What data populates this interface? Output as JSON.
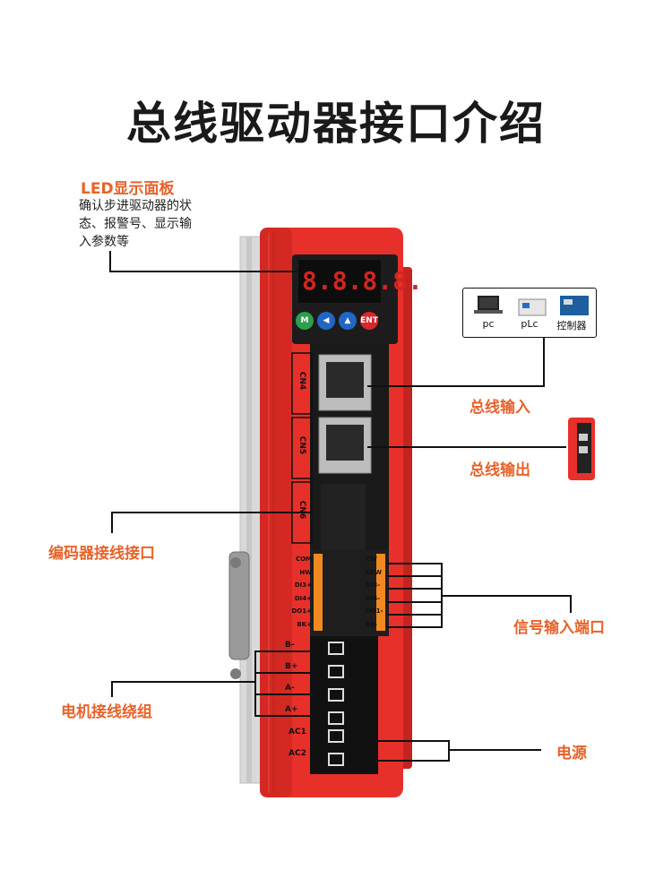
{
  "title": "总线驱动器接口介绍",
  "led": {
    "label": "LED显示面板",
    "desc_lines": [
      "确认步进驱动器的状",
      "态、报警号、显示输",
      "入参数等"
    ],
    "display": "8.8.8.8."
  },
  "keys": [
    {
      "label": "M",
      "color": "#2e9e4a"
    },
    {
      "label": "◀",
      "color": "#2166c7"
    },
    {
      "label": "▲",
      "color": "#2166c7"
    },
    {
      "label": "ENT",
      "color": "#d8262a"
    }
  ],
  "ports": [
    "CN4",
    "CN5",
    "CN6"
  ],
  "devices": [
    "pc",
    "pLc",
    "控制器"
  ],
  "labels": {
    "bus_in": "总线输入",
    "bus_out": "总线输出",
    "encoder": "编码器接线接口",
    "signal": "信号输入端口",
    "motor": "电机接线绕组",
    "power": "电源"
  },
  "signal_left": [
    "COM",
    "HW",
    "DI3+",
    "DI4+",
    "DO1+",
    "BK+"
  ],
  "signal_right": [
    "CW",
    "CCW",
    "DI3-",
    "DI4-",
    "DO1-",
    "BK-"
  ],
  "motor_terms": [
    "B-",
    "B+",
    "A-",
    "A+"
  ],
  "power_terms": [
    "AC1",
    "AC2"
  ],
  "colors": {
    "body": "#e8302a",
    "accent": "#e8622a"
  }
}
